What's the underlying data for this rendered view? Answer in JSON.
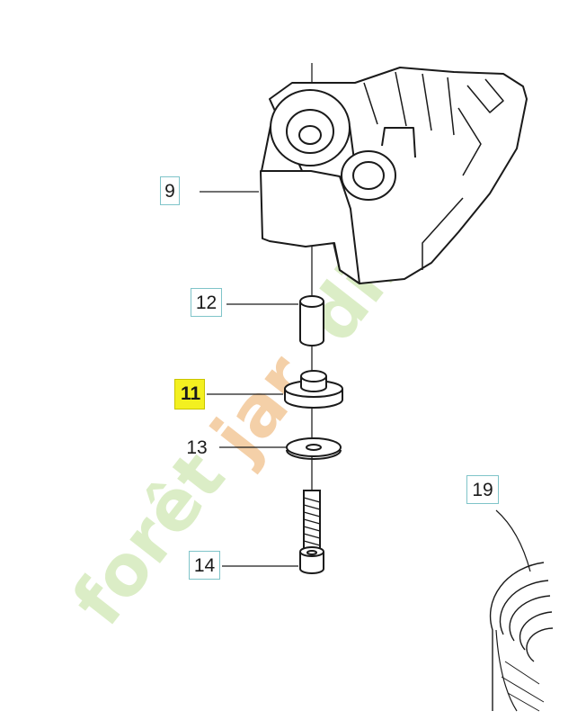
{
  "callouts": {
    "c9": "9",
    "c12": "12",
    "c11": "11",
    "c13": "13",
    "c14": "14",
    "c19": "19"
  },
  "highlighted_part": "11",
  "watermark": "foretjardin.com",
  "colors": {
    "highlight": "#f3f020",
    "callout_border": "#7fc4c9",
    "watermark_green": "#d8ecc0",
    "watermark_orange": "#f3c89a",
    "watermark_brown": "#dcd3c8",
    "line": "#1a1a1a"
  }
}
